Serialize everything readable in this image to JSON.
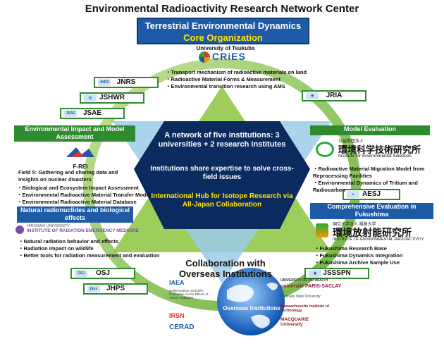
{
  "title": "Environmental Radioactivity Research Network Center",
  "core": {
    "line1": "Terrestrial Environmental Dynamics",
    "line2": "Core Organization",
    "university": "University of Tsukuba",
    "logo": "CRiES",
    "bullets": [
      "Transport mechanism of radioactive materials on land",
      "Radioactive Material Forms & Measurement",
      "Environmental transition research using AMS"
    ]
  },
  "societies": {
    "jnrs": "JNRS",
    "jshwr": "JSHWR",
    "jsae": "JSAE",
    "jria": "JRIA",
    "aesj": "AESJ",
    "osj": "OSJ",
    "jhps": "JHPS",
    "jssspn": "JSSSPN"
  },
  "left_top": {
    "header": "Environmental Impact and Model Assessment",
    "logo": "F-REI",
    "field": "Field 5: Gathering and sharing data and insights on nuclear disasters",
    "bullets": [
      "Biological and Ecosystem Impact Assessment",
      "Environmental Radioactive Material Transfer Model",
      "Environmental Radioactive Material Database"
    ]
  },
  "left_bottom": {
    "header": "Natural radionuclides and biological effects",
    "logo_line1": "HIROSAKI UNIVERSITY",
    "logo_line2": "INSTITUTE OF RADIATION EMERGENCY MEDICINE",
    "bullets": [
      "Natural radiation behavior and effects",
      "Radiation impact on wildlife",
      "Better tools for radiation measurement and evaluation"
    ]
  },
  "right_top": {
    "header": "Model Evaluation",
    "logo_jp_small": "公益財団法人",
    "logo_jp": "環境科学技術研究所",
    "logo_en": "Institute for Environmental Sciences",
    "bullets": [
      "Radioactive Material Migration Model from Reprocessing Facilities",
      "Environmental Dynamics of Tritium and Radiocarbon"
    ]
  },
  "right_bottom": {
    "header": "Comprehensive Evaluation in Fukushima",
    "logo_jp_small": "国立大学法人 福島大学",
    "logo_jp": "環境放射能研究所",
    "logo_en": "INSTITUTE OF ENVIRONMENTAL RADIOACTIVITY",
    "bullets": [
      "Fukushima Research Base",
      "Fukushima Dynamics Integration",
      "Fukushima Archive Sample Use"
    ]
  },
  "center": {
    "text1": "A network of five institutions: 3 universities + 2 research institutes",
    "text2": "Institutions share expertise to solve cross-field issues",
    "text3": "International Hub for Isotope Research via All-Japan Collaboration"
  },
  "overseas": {
    "title": "Collaboration with Overseas Institutions",
    "globe_label": "Overseas Institutions",
    "left_logos": [
      "IAEA",
      "United Nations Scientific Committee on the Effects of Atomic Radiation",
      "IRSN",
      "CERAD"
    ],
    "right_logos": [
      "UNIVERSITY OF PLYMOUTH",
      "université PARIS-SACLAY",
      "Colorado State University",
      "Massachusetts Institute of Technology",
      "MACQUARIE University"
    ]
  },
  "colors": {
    "green": "#2e8b2e",
    "blue": "#1f5aa6",
    "navy": "#0b2a5e",
    "yellow": "#ffe600",
    "ring": "#7dc242"
  }
}
